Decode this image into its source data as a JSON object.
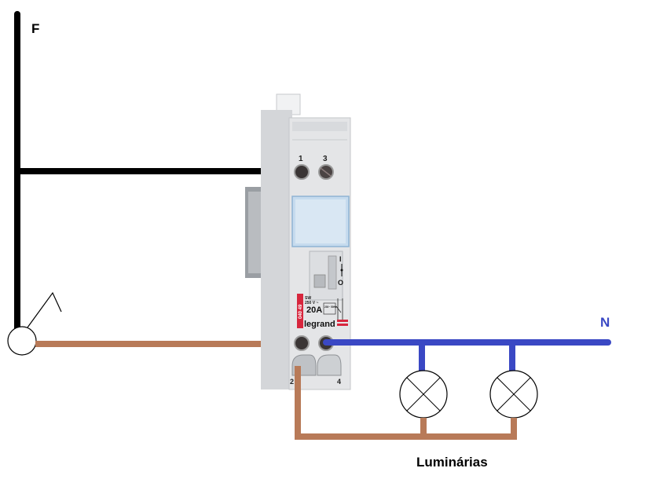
{
  "labels": {
    "phase": "F",
    "neutral": "N",
    "lamps_caption": "Luminárias"
  },
  "relay": {
    "brand": "legrand",
    "terminal_top_left": "1",
    "terminal_top_right": "3",
    "terminal_bottom_left": "2",
    "terminal_bottom_right": "4",
    "rating_current": "20A",
    "rating_voltage": "250 V ~",
    "rating_freq": "230~ 50Hz",
    "model_code": "040 49",
    "model_small": "SW",
    "switch_on_symbol": "I",
    "switch_off_symbol": "O"
  },
  "colors": {
    "phase_wire": "#000000",
    "return_wire": "#b87a58",
    "neutral_wire": "#3a48c4",
    "neutral_label": "#3a48c4",
    "relay_body": "#e4e5e7",
    "relay_window": "#b9d3ea",
    "brand_red": "#d7263d"
  },
  "components": [
    {
      "type": "switch",
      "name": "pushbutton"
    },
    {
      "type": "lamp",
      "name": "lamp-1"
    },
    {
      "type": "lamp",
      "name": "lamp-2"
    }
  ]
}
